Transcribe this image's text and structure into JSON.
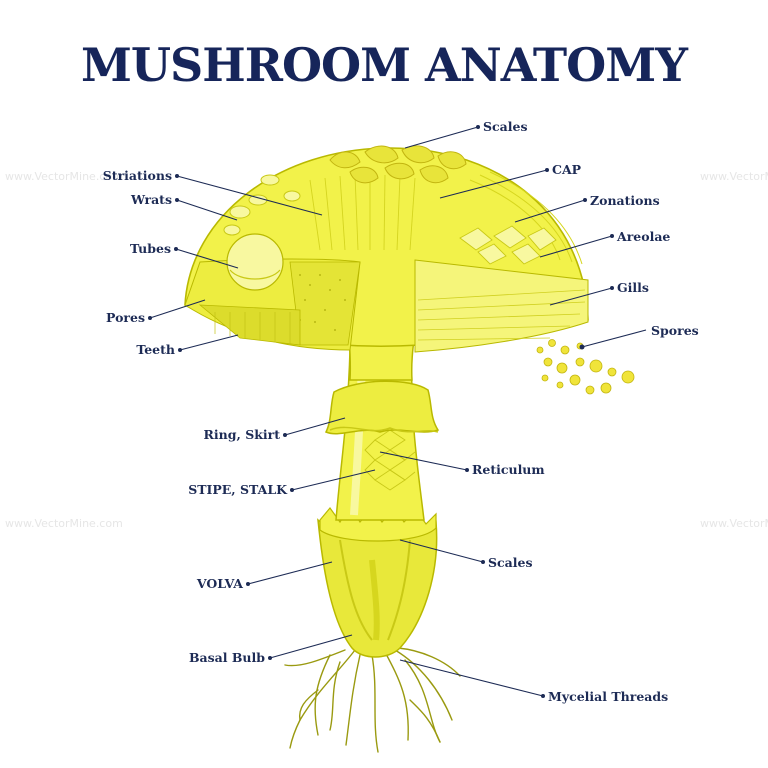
{
  "title": "MUSHROOM ANATOMY",
  "watermark": "www.VectorMine.com",
  "colors": {
    "title": "#16255a",
    "label": "#1d2b55",
    "mushroom_fill": "#f2f24a",
    "mushroom_light": "#f8f8a0",
    "mushroom_dark": "#d6d61e",
    "outline": "#b9b900"
  },
  "labels": {
    "scales_top": "Scales",
    "cap": "CAP",
    "zonations": "Zonations",
    "areolae": "Areolae",
    "gills": "Gills",
    "spores": "Spores",
    "striations": "Striations",
    "wrats": "Wrats",
    "tubes": "Tubes",
    "pores": "Pores",
    "teeth": "Teeth",
    "ring_skirt": "Ring, Skirt",
    "reticulum": "Reticulum",
    "stipe_stalk": "STIPE, STALK",
    "scales_bottom": "Scales",
    "volva": "VOLVA",
    "basal_bulb": "Basal Bulb",
    "mycelial_threads": "Mycelial Threads"
  }
}
